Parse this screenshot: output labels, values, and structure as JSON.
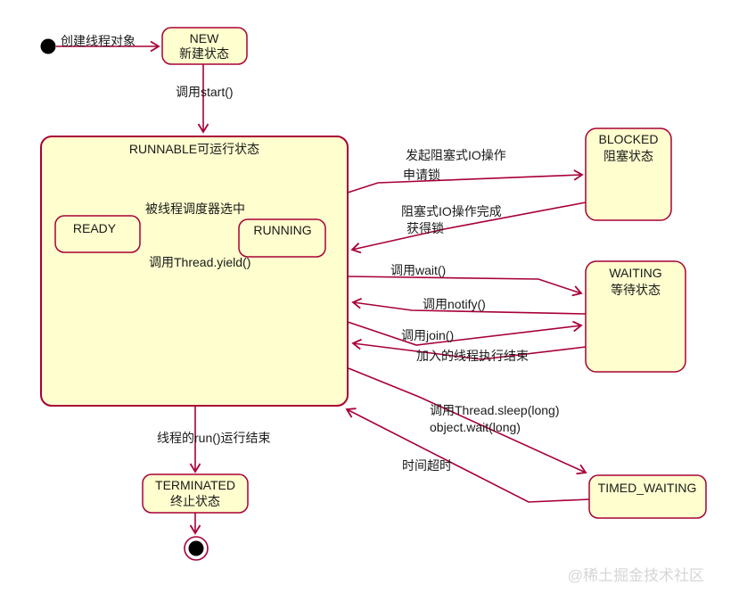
{
  "diagram": {
    "watermark": "@稀土掘金技术社区",
    "colors": {
      "accent": "#A80036",
      "state_fill": "#FEFECE",
      "text": "#1A1A1A",
      "watermark": "#D6D6D6",
      "background": "#FFFFFF"
    },
    "states": {
      "new": {
        "title": "NEW",
        "subtitle": "新建状态"
      },
      "runnable": {
        "title": "RUNNABLE可运行状态"
      },
      "ready": {
        "title": "READY"
      },
      "running": {
        "title": "RUNNING"
      },
      "blocked": {
        "title": "BLOCKED",
        "subtitle": "阻塞状态"
      },
      "waiting": {
        "title": "WAITING",
        "subtitle": "等待状态"
      },
      "timed_waiting": {
        "title": "TIMED_WAITING"
      },
      "terminated": {
        "title": "TERMINATED",
        "subtitle": "终止状态"
      }
    },
    "transitions": {
      "create": "创建线程对象",
      "start_call": "调用start()",
      "schedule": "被线程调度器选中",
      "yield_call": "调用Thread.yield()",
      "io_request": "发起阻塞式IO操作",
      "lock_request": "申请锁",
      "io_complete": "阻塞式IO操作完成",
      "lock_acquired": "获得锁",
      "wait_call": "调用wait()",
      "notify_call": "调用notify()",
      "join_call": "调用join()",
      "join_finished": "加入的线程执行结束",
      "sleep_call": "调用Thread.sleep(long)",
      "object_wait_call": "object.wait(long)",
      "timeout": "时间超时",
      "run_finished": "线程的run()运行结束"
    }
  }
}
